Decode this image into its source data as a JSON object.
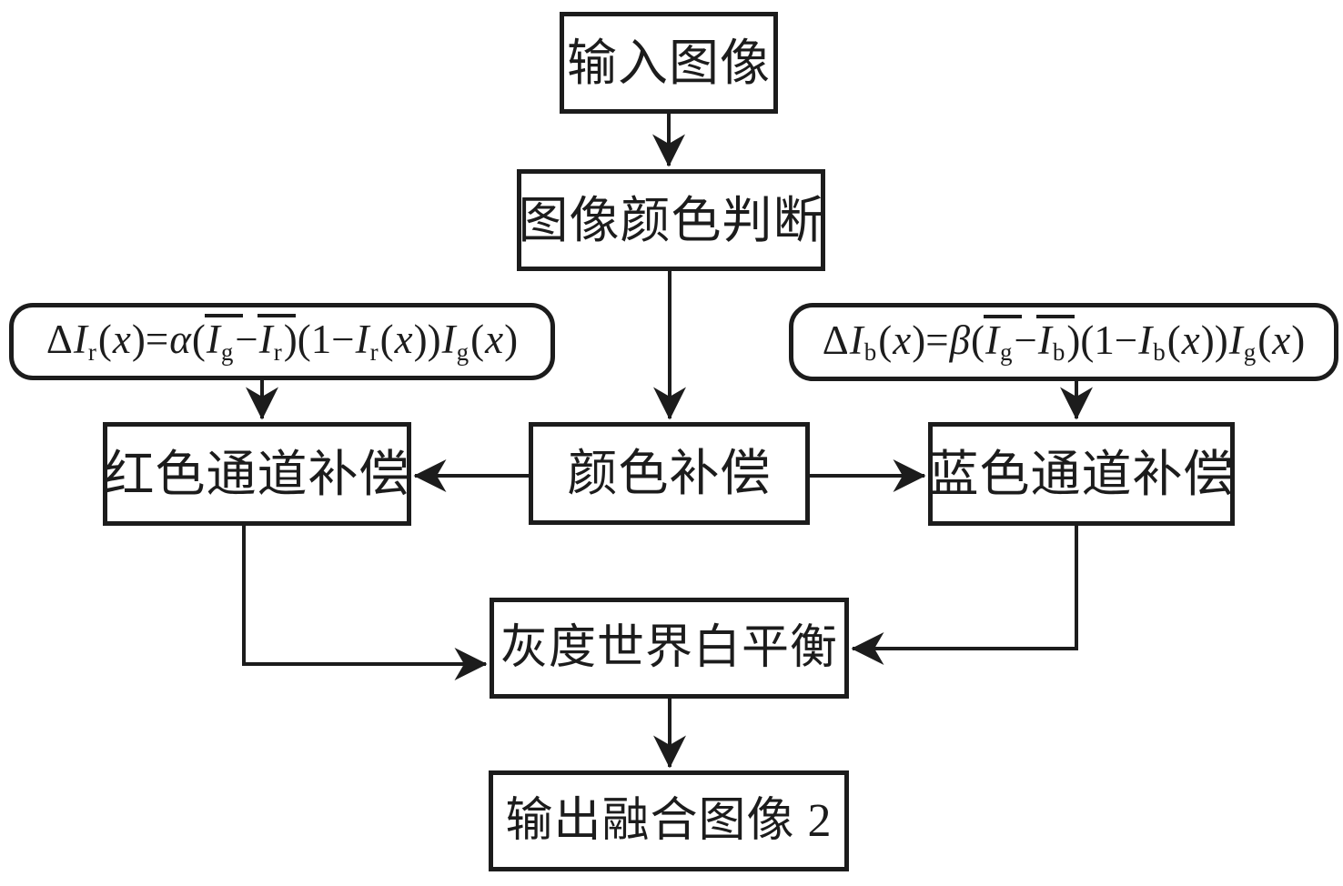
{
  "colors": {
    "ink": "#1c1c1c",
    "background": "#ffffff"
  },
  "nodes": {
    "input_image": {
      "label": "输入图像"
    },
    "color_judgment": {
      "label": "图像颜色判断"
    },
    "red_channel": {
      "label": "红色通道补偿"
    },
    "color_compensation": {
      "label": "颜色补偿"
    },
    "blue_channel": {
      "label": "蓝色通道补偿"
    },
    "gray_world_white_balance": {
      "label": "灰度世界白平衡"
    },
    "output_image": {
      "label": "输出融合图像 2"
    }
  },
  "formulas": {
    "red": {
      "plain": "ΔIr(x)=α(Īg−Īr)(1−Ir(x))Ig(x)",
      "tokens": [
        {
          "text": "Δ",
          "style": "up"
        },
        {
          "text": "I",
          "style": "it"
        },
        {
          "text": "r",
          "style": "sub"
        },
        {
          "text": "(",
          "style": "up"
        },
        {
          "text": "x",
          "style": "it"
        },
        {
          "text": ")=",
          "style": "up"
        },
        {
          "text": "α",
          "style": "it"
        },
        {
          "text": "(",
          "style": "up"
        },
        {
          "text": "I",
          "style": "itbar"
        },
        {
          "text": "g",
          "style": "sub"
        },
        {
          "text": "−",
          "style": "up"
        },
        {
          "text": "I",
          "style": "itbar"
        },
        {
          "text": "r",
          "style": "sub"
        },
        {
          "text": ")(1−",
          "style": "up"
        },
        {
          "text": "I",
          "style": "it"
        },
        {
          "text": "r",
          "style": "sub"
        },
        {
          "text": "(",
          "style": "up"
        },
        {
          "text": "x",
          "style": "it"
        },
        {
          "text": "))",
          "style": "up"
        },
        {
          "text": "I",
          "style": "it"
        },
        {
          "text": "g",
          "style": "sub"
        },
        {
          "text": "(",
          "style": "up"
        },
        {
          "text": "x",
          "style": "it"
        },
        {
          "text": ")",
          "style": "up"
        }
      ]
    },
    "blue": {
      "plain": "ΔIb(x)=β(Īg−Īb)(1−Ib(x))Ig(x)",
      "tokens": [
        {
          "text": "Δ",
          "style": "up"
        },
        {
          "text": "I",
          "style": "it"
        },
        {
          "text": "b",
          "style": "sub"
        },
        {
          "text": "(",
          "style": "up"
        },
        {
          "text": "x",
          "style": "it"
        },
        {
          "text": ")=",
          "style": "up"
        },
        {
          "text": "β",
          "style": "it"
        },
        {
          "text": "(",
          "style": "up"
        },
        {
          "text": "I",
          "style": "itbar"
        },
        {
          "text": "g",
          "style": "sub"
        },
        {
          "text": "−",
          "style": "up"
        },
        {
          "text": "I",
          "style": "itbar"
        },
        {
          "text": "b",
          "style": "sub"
        },
        {
          "text": ")(1−",
          "style": "up"
        },
        {
          "text": "I",
          "style": "it"
        },
        {
          "text": "b",
          "style": "sub"
        },
        {
          "text": "(",
          "style": "up"
        },
        {
          "text": "x",
          "style": "it"
        },
        {
          "text": "))",
          "style": "up"
        },
        {
          "text": "I",
          "style": "it"
        },
        {
          "text": "g",
          "style": "sub"
        },
        {
          "text": "(",
          "style": "up"
        },
        {
          "text": "x",
          "style": "it"
        },
        {
          "text": ")",
          "style": "up"
        }
      ]
    }
  },
  "edges": [
    {
      "from": "input_image",
      "to": "color_judgment"
    },
    {
      "from": "color_judgment",
      "to": "color_compensation"
    },
    {
      "from": "formula_red",
      "to": "red_channel"
    },
    {
      "from": "formula_blue",
      "to": "blue_channel"
    },
    {
      "from": "color_compensation",
      "to": "red_channel"
    },
    {
      "from": "color_compensation",
      "to": "blue_channel"
    },
    {
      "from": "red_channel",
      "to": "gray_world_white_balance"
    },
    {
      "from": "blue_channel",
      "to": "gray_world_white_balance"
    },
    {
      "from": "gray_world_white_balance",
      "to": "output_image"
    }
  ]
}
